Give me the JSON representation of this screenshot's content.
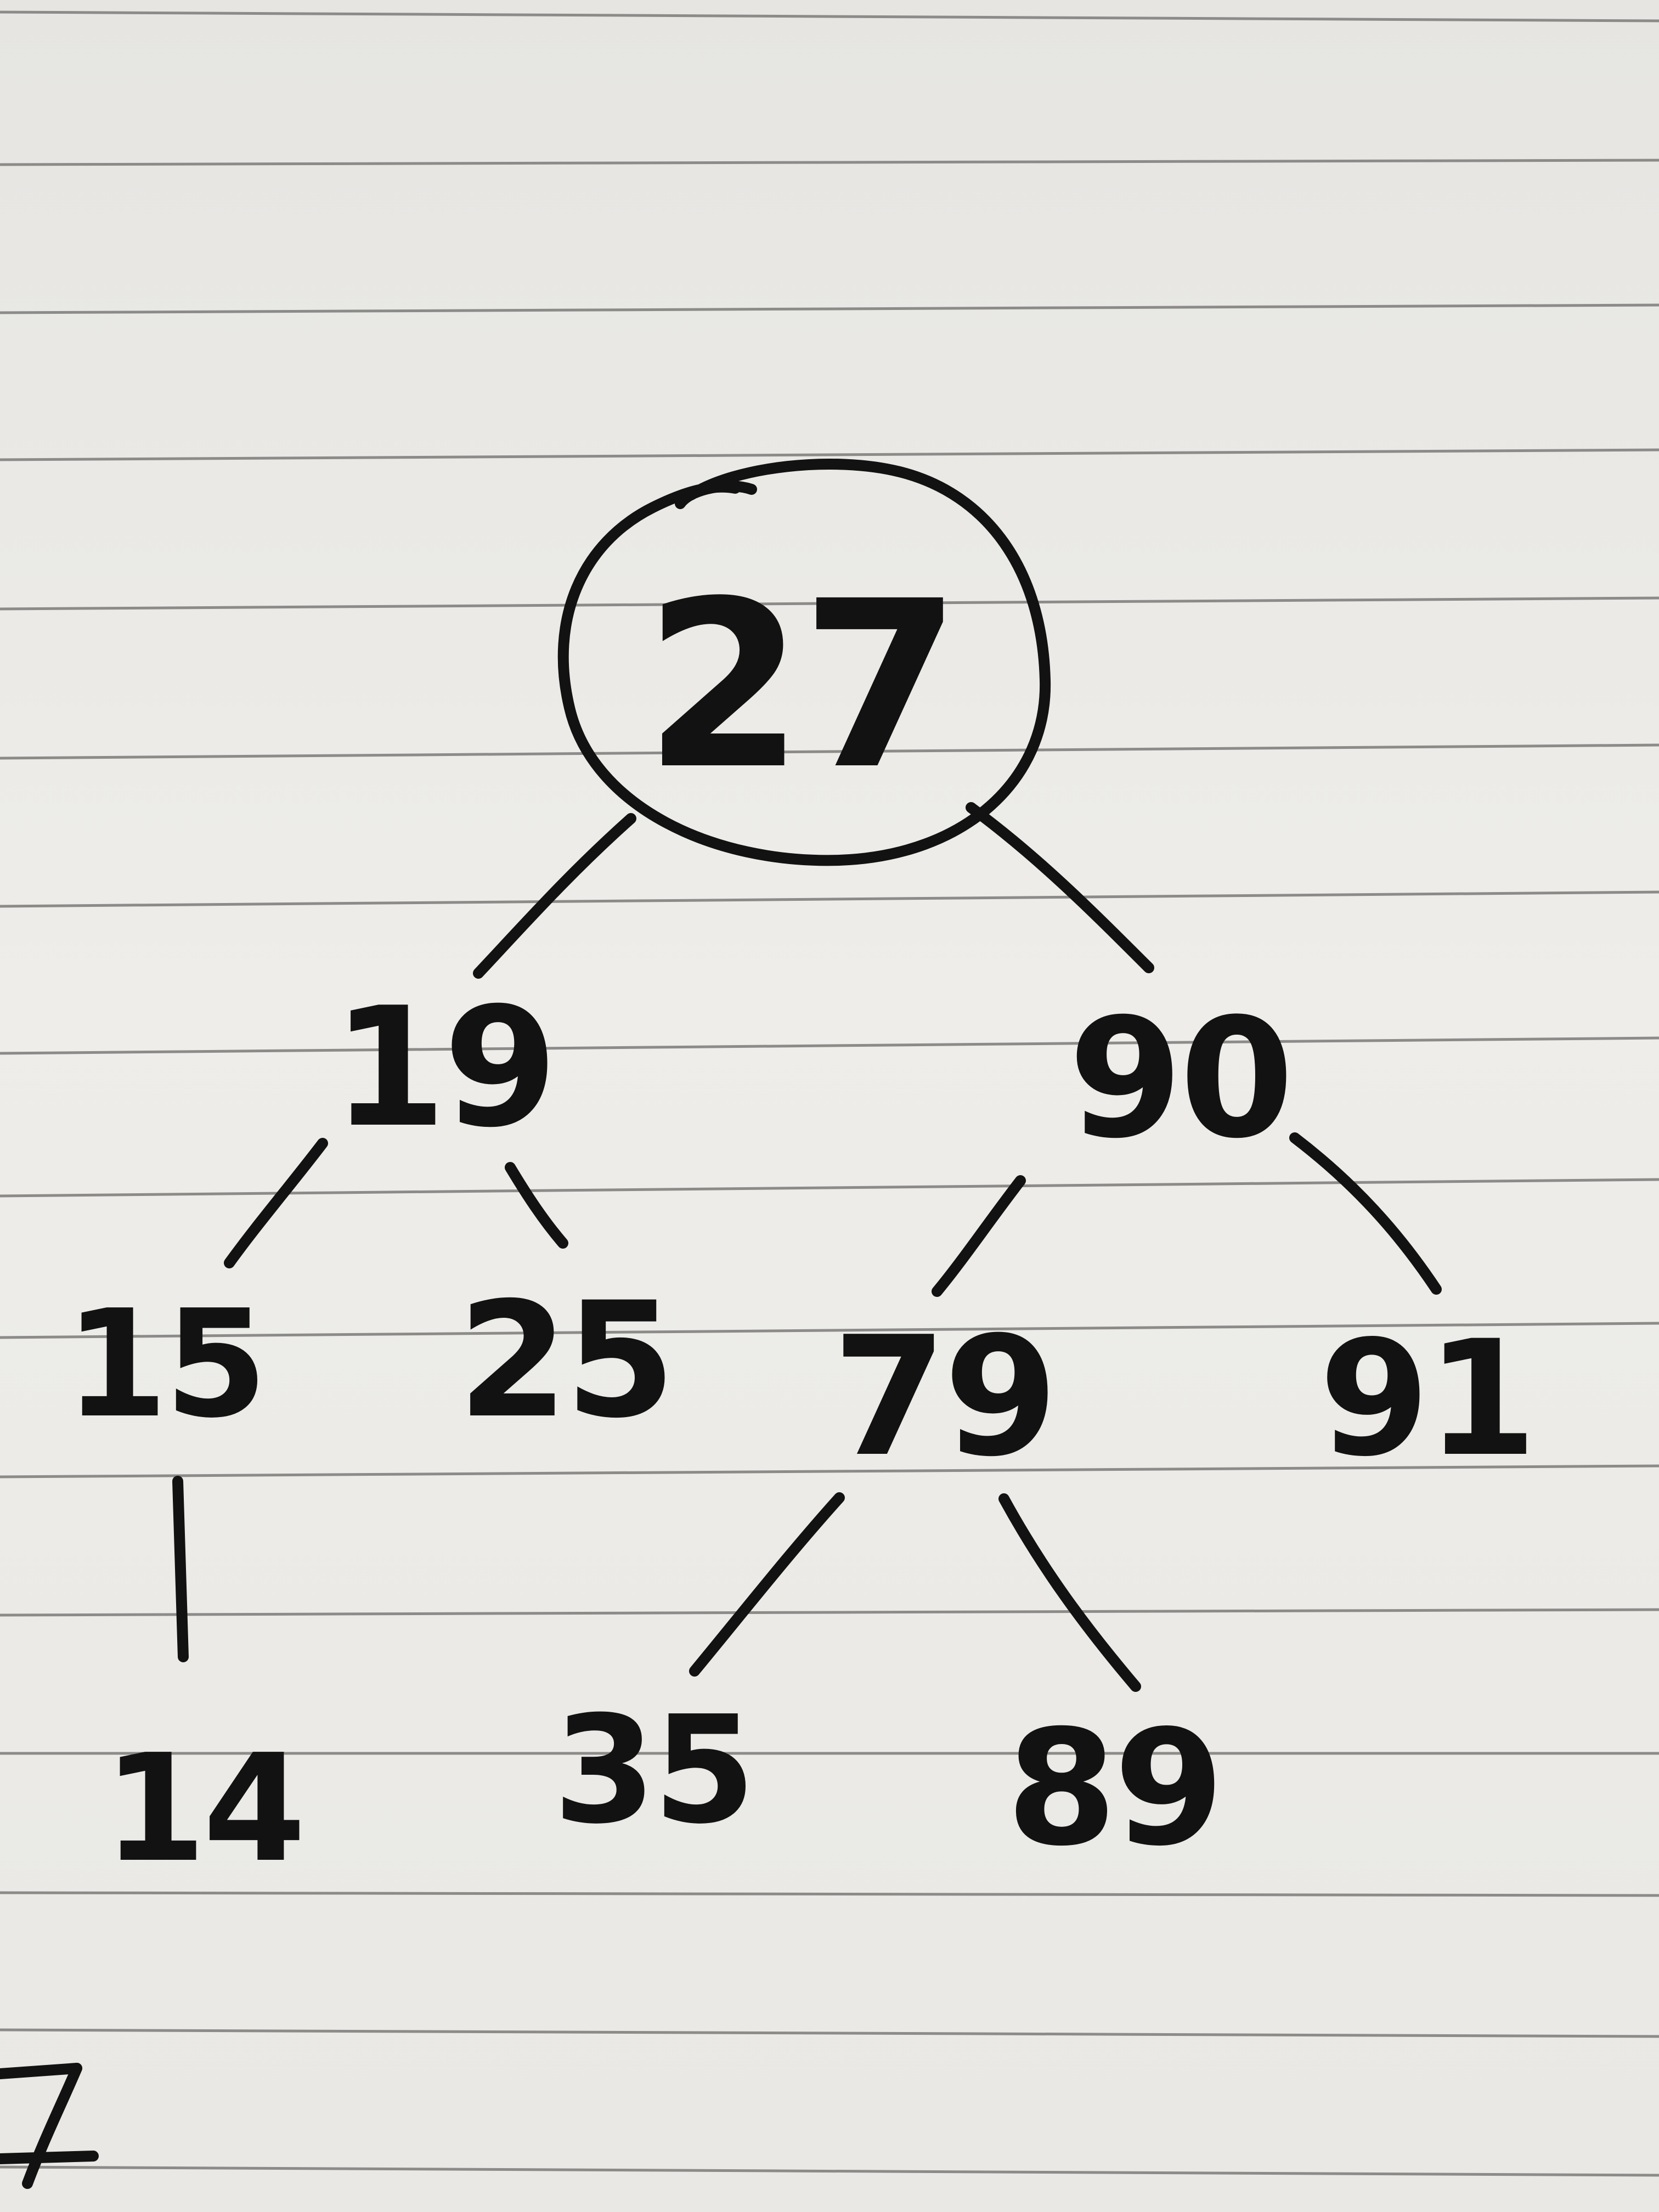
{
  "tree": {
    "root": "27",
    "nodes": [
      {
        "id": "n27",
        "label": "27",
        "circled": true
      },
      {
        "id": "n19",
        "label": "19"
      },
      {
        "id": "n90",
        "label": "90"
      },
      {
        "id": "n15",
        "label": "15"
      },
      {
        "id": "n25",
        "label": "25"
      },
      {
        "id": "n79",
        "label": "79"
      },
      {
        "id": "n91",
        "label": "91"
      },
      {
        "id": "n14",
        "label": "14"
      },
      {
        "id": "n35",
        "label": "35"
      },
      {
        "id": "n89",
        "label": "89"
      }
    ],
    "edges": [
      {
        "from": "27",
        "to": "19"
      },
      {
        "from": "27",
        "to": "90"
      },
      {
        "from": "19",
        "to": "15"
      },
      {
        "from": "19",
        "to": "25"
      },
      {
        "from": "90",
        "to": "79"
      },
      {
        "from": "90",
        "to": "91"
      },
      {
        "from": "15",
        "to": "14"
      },
      {
        "from": "79",
        "to": "35"
      },
      {
        "from": "79",
        "to": "89"
      }
    ]
  },
  "ink_color": "#121212",
  "paper_color": "#ecebe8",
  "rule_color": "#8c8b8a"
}
